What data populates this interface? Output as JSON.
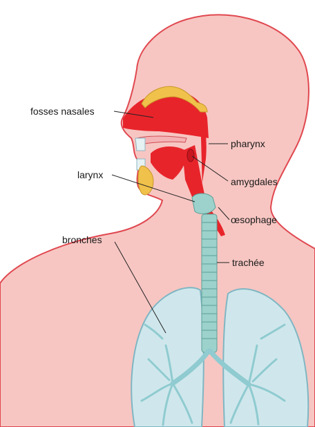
{
  "labels": {
    "fosses_nasales": "fosses nasales",
    "pharynx": "pharynx",
    "larynx": "larynx",
    "amygdales": "amygdales",
    "oesophage": "œsophage",
    "bronches": "bronches",
    "trachee": "trachée"
  },
  "colors": {
    "body": "#f7c6c2",
    "outline": "#e0474f",
    "airway": "#e8242b",
    "bone": "#f0c14b",
    "lung": "#cfe7ec",
    "lung_outline": "#7fb6c3",
    "trachea": "#9cd2cb",
    "leader_line": "#222222"
  }
}
